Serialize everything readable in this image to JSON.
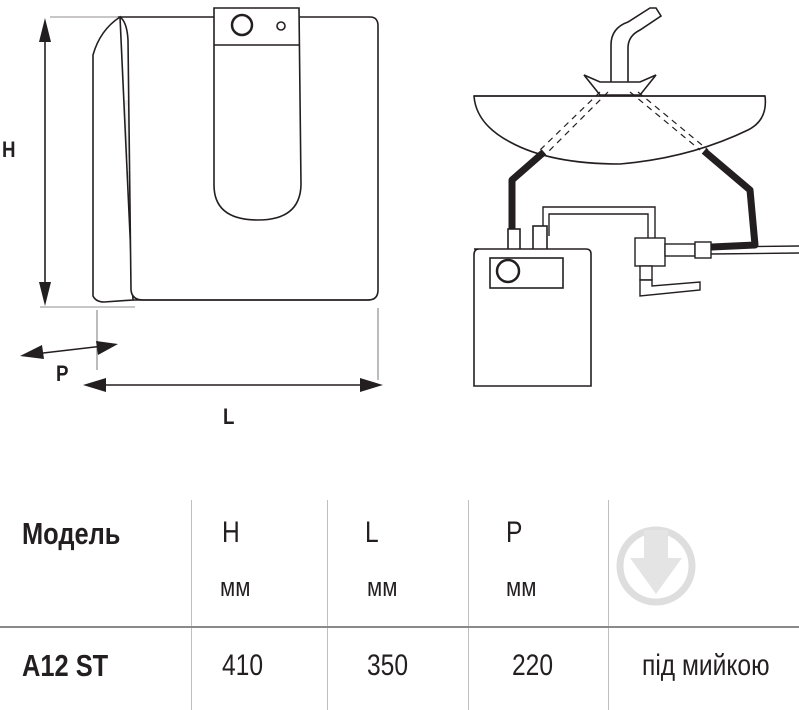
{
  "diagram": {
    "dimension_labels": {
      "height": "H",
      "depth": "P",
      "length": "L"
    }
  },
  "table": {
    "headers": {
      "model": "Модель",
      "h": "H",
      "l": "L",
      "p": "P"
    },
    "units": {
      "h": "мм",
      "l": "мм",
      "p": "мм"
    },
    "row": {
      "model": "A12 ST",
      "h": "410",
      "l": "350",
      "p": "220",
      "installation": "під мийкою"
    }
  },
  "colors": {
    "line": "#231f20",
    "grid": "#bfbfbf",
    "watermark": "#d9d9d9"
  }
}
